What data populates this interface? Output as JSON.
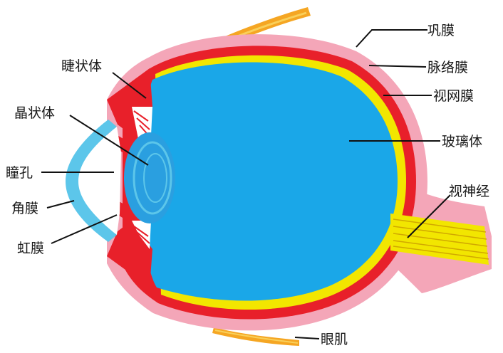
{
  "labels": {
    "sclera": "巩膜",
    "choroid": "脉络膜",
    "retina": "视网膜",
    "vitreous": "玻璃体",
    "optic_nerve": "视神经",
    "eye_muscle": "眼肌",
    "ciliary_body": "睫状体",
    "lens": "晶状体",
    "pupil": "瞳孔",
    "cornea": "角膜",
    "iris": "虹膜"
  },
  "colors": {
    "sclera": "#f4a6b8",
    "choroid": "#e8202a",
    "retina": "#f2e600",
    "vitreous": "#1aa7e8",
    "lens": "#2a9fe0",
    "cornea": "#5cc6ea",
    "muscle": "#f5a623",
    "line": "#111111"
  }
}
